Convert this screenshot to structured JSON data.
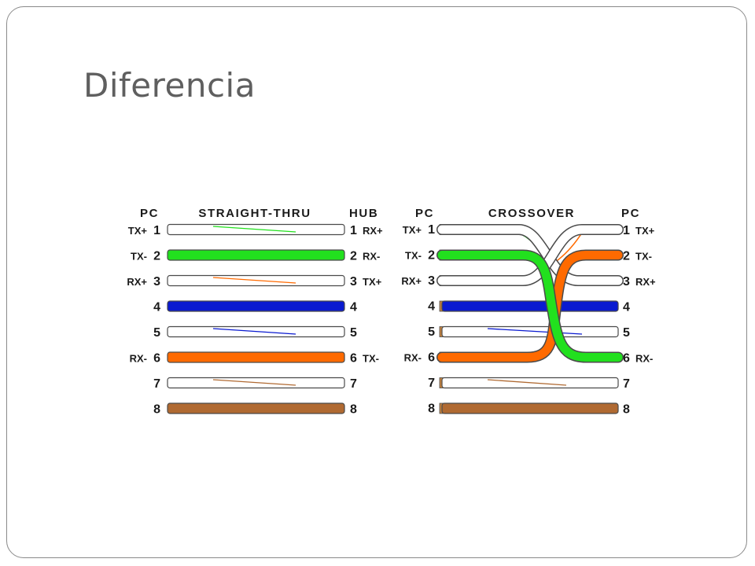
{
  "slide": {
    "title": "Diferencia"
  },
  "colors": {
    "green": "#22e01e",
    "orange": "#ff6a00",
    "blue": "#0a1ad0",
    "brown": "#b06a32",
    "white": "#ffffff",
    "outline": "#4a4a4a"
  },
  "straight": {
    "left_header": "PC",
    "title": "STRAIGHT-THRU",
    "right_header": "HUB",
    "rows": [
      {
        "pin": "1",
        "left_signal": "TX+",
        "right_signal": "RX+",
        "fill": "white",
        "stripe": "green"
      },
      {
        "pin": "2",
        "left_signal": "TX-",
        "right_signal": "RX-",
        "fill": "green",
        "stripe": ""
      },
      {
        "pin": "3",
        "left_signal": "RX+",
        "right_signal": "TX+",
        "fill": "white",
        "stripe": "orange"
      },
      {
        "pin": "4",
        "left_signal": "",
        "right_signal": "",
        "fill": "blue",
        "stripe": ""
      },
      {
        "pin": "5",
        "left_signal": "",
        "right_signal": "",
        "fill": "white",
        "stripe": "blue"
      },
      {
        "pin": "6",
        "left_signal": "RX-",
        "right_signal": "TX-",
        "fill": "orange",
        "stripe": ""
      },
      {
        "pin": "7",
        "left_signal": "",
        "right_signal": "",
        "fill": "white",
        "stripe": "brown"
      },
      {
        "pin": "8",
        "left_signal": "",
        "right_signal": "",
        "fill": "brown",
        "stripe": ""
      }
    ]
  },
  "crossover": {
    "left_header": "PC",
    "title": "CROSSOVER",
    "right_header": "PC",
    "rows": [
      {
        "pin": "1",
        "left_signal": "TX+",
        "right_signal": "TX+"
      },
      {
        "pin": "2",
        "left_signal": "TX-",
        "right_signal": "TX-"
      },
      {
        "pin": "3",
        "left_signal": "RX+",
        "right_signal": "RX+"
      },
      {
        "pin": "4",
        "left_signal": "",
        "right_signal": ""
      },
      {
        "pin": "5",
        "left_signal": "",
        "right_signal": ""
      },
      {
        "pin": "6",
        "left_signal": "RX-",
        "right_signal": "RX-"
      },
      {
        "pin": "7",
        "left_signal": "",
        "right_signal": ""
      },
      {
        "pin": "8",
        "left_signal": "",
        "right_signal": ""
      }
    ]
  }
}
